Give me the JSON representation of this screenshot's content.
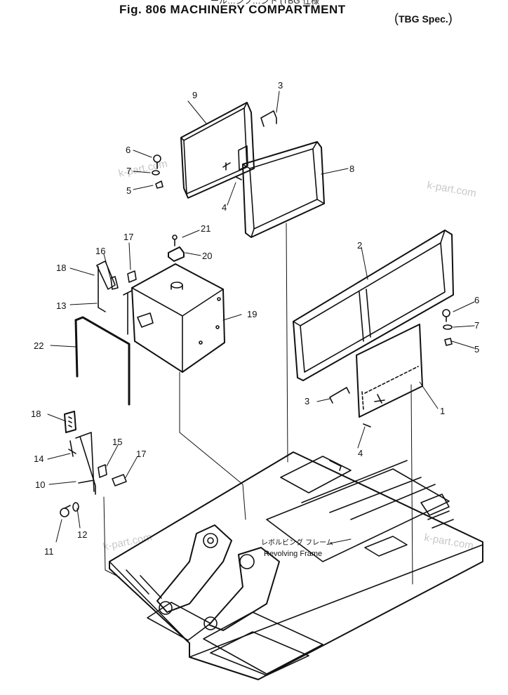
{
  "title": {
    "jp_top": "ール…ンブ…ント (TBG 仕様",
    "figure": "Fig. 806",
    "name": "MACHINERY COMPARTMENT",
    "spec": "TBG Spec."
  },
  "frame_label": {
    "jp": "レボルビング フレーム",
    "en": "Revolving Frame"
  },
  "watermark": "k-part.com",
  "callouts": [
    "1",
    "2",
    "3",
    "4",
    "5",
    "6",
    "7",
    "8",
    "9",
    "10",
    "11",
    "12",
    "13",
    "14",
    "15",
    "16",
    "17",
    "18",
    "19",
    "20",
    "21",
    "22"
  ]
}
